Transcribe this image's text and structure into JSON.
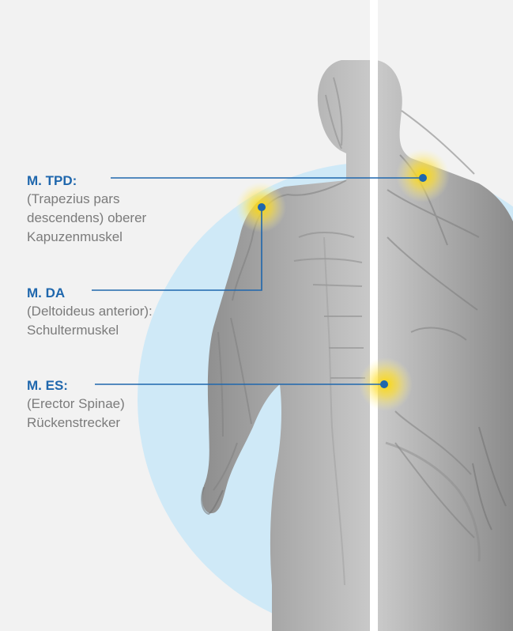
{
  "colors": {
    "background": "#f2f2f2",
    "circle": "#cfe9f7",
    "accent": "#1f67ad",
    "description": "#7b7b7b",
    "highlight": "#ffd800",
    "divider": "#ffffff"
  },
  "annotations": [
    {
      "title": "M. TPD:",
      "lines": [
        "(Trapezius pars",
        "descendens) oberer",
        "Kapuzenmuskel"
      ]
    },
    {
      "title": "M. DA",
      "lines": [
        "(Deltoideus anterior):",
        "Schultermuskel"
      ]
    },
    {
      "title": "M. ES:",
      "lines": [
        "(Erector Spinae)",
        "Rückenstrecker"
      ]
    }
  ]
}
